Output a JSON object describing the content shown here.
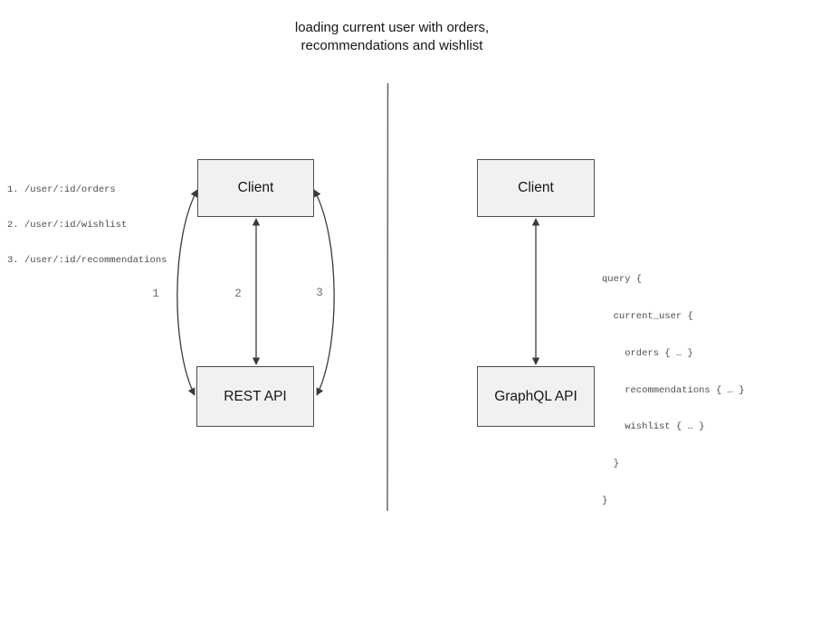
{
  "title": {
    "line1": "loading current user with orders,",
    "line2": "recommendations and wishlist"
  },
  "rest_panel": {
    "endpoints": [
      "1. /user/:id/orders",
      "2. /user/:id/wishlist",
      "3. /user/:id/recommendations"
    ],
    "client_label": "Client",
    "api_label": "REST API",
    "arrow_labels": [
      "1",
      "2",
      "3"
    ]
  },
  "graphql_panel": {
    "client_label": "Client",
    "api_label": "GraphQL API",
    "query_lines": [
      "query {",
      "  current_user {",
      "    orders { … }",
      "    recommendations { … }",
      "    wishlist { … }",
      "  }",
      "}"
    ]
  },
  "colors": {
    "box_fill": "#f1f1f1",
    "box_border": "#4f4f4f",
    "arrow": "#3a3a3a",
    "code_text": "#4d4d4d",
    "number_text": "#6e6e6e",
    "divider": "#666666"
  }
}
